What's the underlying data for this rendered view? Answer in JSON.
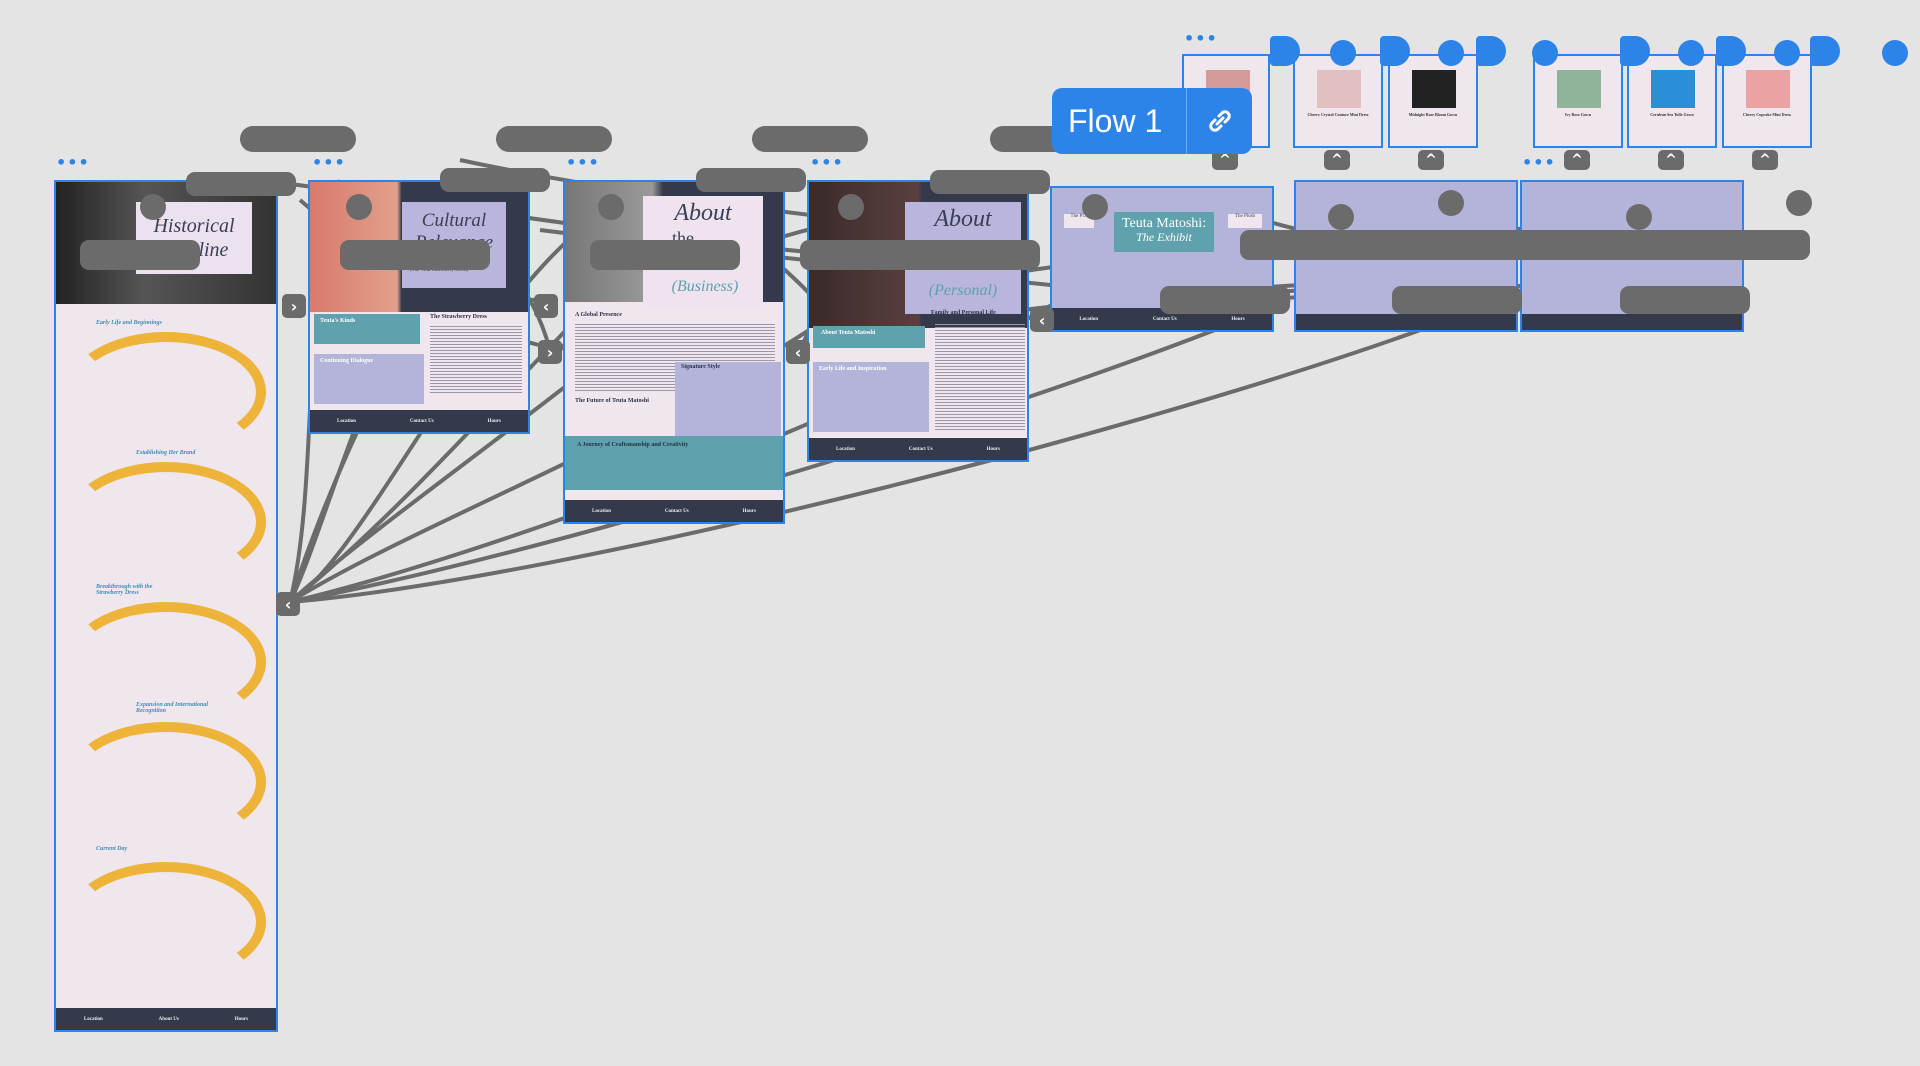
{
  "flow": {
    "label": "Flow 1"
  },
  "frames": {
    "timeline": {
      "title": "Historical Timeline",
      "sections": [
        "Early Life and Beginnings",
        "Establishing Her Brand",
        "Breakthrough with the Strawberry Dress",
        "Expansion and International Recognition",
        "Current Day"
      ],
      "footer": [
        "Location",
        "About Us",
        "Hours"
      ]
    },
    "cultural": {
      "title": "Cultural Relevance",
      "subtitle": "(The Viral Strawberry Dress)",
      "panels": [
        "Teuta's Kinds",
        "The Strawberry Dress",
        "Continuing Dialogue"
      ],
      "footer": [
        "Location",
        "Contact Us",
        "Hours"
      ]
    },
    "business": {
      "title_about": "About",
      "title_the": "the",
      "title_artist": "Artist",
      "title_sub": "(Business)",
      "headings": [
        "A Global Presence",
        "Signature Style",
        "The Future of Teuta Matoshi",
        "A Journey of Craftsmanship and Creativity"
      ],
      "footer": [
        "Location",
        "Contact Us",
        "Hours"
      ]
    },
    "personal": {
      "title_about": "About",
      "title_artist": "Artist",
      "title_sub": "(Personal)",
      "headings": [
        "About Teuta Matoshi",
        "Family and Personal Life",
        "Early Life and Inspiration"
      ],
      "footer": [
        "Location",
        "Contact Us",
        "Hours"
      ]
    },
    "theplant": {
      "title": "Teuta Matoshi:",
      "subtitle": "The Exhibit",
      "left_tag": "The Pl...",
      "right_tag": "The Plush",
      "footer": [
        "Location",
        "Contact Us",
        "Hours"
      ]
    }
  },
  "products": [
    "Cherry Crystal Couture Mini Dress",
    "Midnight Rose Bloom Gown",
    "Ivy Rose Gown",
    "Cerulean Sea Tulle Gown",
    "Cherry Cupcake Mini Dress"
  ],
  "colors": {
    "accent": "#2d84e8",
    "connector": "#6b6b6b",
    "navy": "#343a4c",
    "teal": "#5fa1ad",
    "lavender": "#b4b4da",
    "pink_bg": "#efe6ee",
    "gold": "#eeb43a"
  }
}
